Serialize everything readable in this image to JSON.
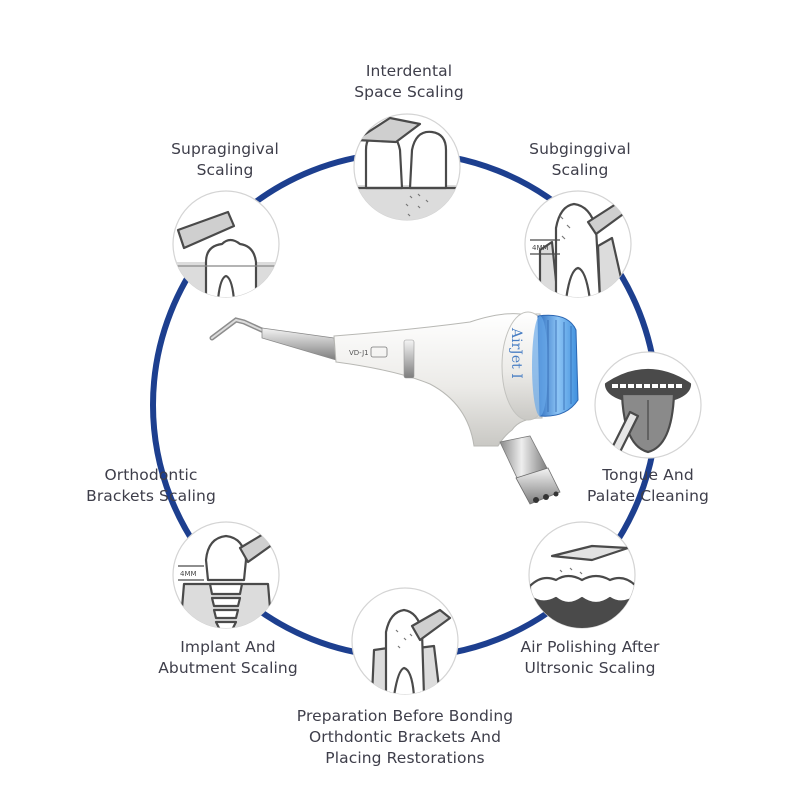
{
  "colors": {
    "ring": "#1d3f8f",
    "label_text": "#3e3e4a",
    "icon_stroke": "#4a4a4a",
    "tooth_fill": "#ffffff",
    "gum_fill": "#dcdcdc",
    "handpiece_body": "#ecebe8",
    "powder_cap": "#3f8fdd"
  },
  "labels": {
    "interdental": [
      "Interdental",
      "Space Scaling"
    ],
    "supragingival": [
      "Supragingival",
      "Scaling"
    ],
    "subgingival": [
      "Subginggival",
      "Scaling"
    ],
    "tongue": [
      "Tongue And",
      "Palate Cleaning"
    ],
    "orthodontic": [
      "Orthodontic",
      "Brackets Scaling"
    ],
    "implant": [
      "Implant And",
      "Abutment Scaling"
    ],
    "air_polishing": [
      "Air Polishing After",
      "Ultrsonic Scaling"
    ],
    "preparation": [
      "Preparation Before Bonding",
      "Orthdontic Brackets And",
      "Placing Restorations"
    ]
  },
  "scale_marks": {
    "subgingival": "4MM",
    "implant": "4MM"
  },
  "handpiece": {
    "brand": "AirJet I",
    "model": "VD-J1"
  },
  "icons": {
    "interdental": "interdental-scaling-icon",
    "supragingival": "supragingival-scaling-icon",
    "subgingival": "subgingival-scaling-icon",
    "tongue": "tongue-cleaning-icon",
    "orthodontic": "orthodontic-brackets-icon",
    "implant": "implant-scaling-icon",
    "air_polishing": "air-polishing-icon",
    "preparation": "bonding-preparation-icon"
  }
}
